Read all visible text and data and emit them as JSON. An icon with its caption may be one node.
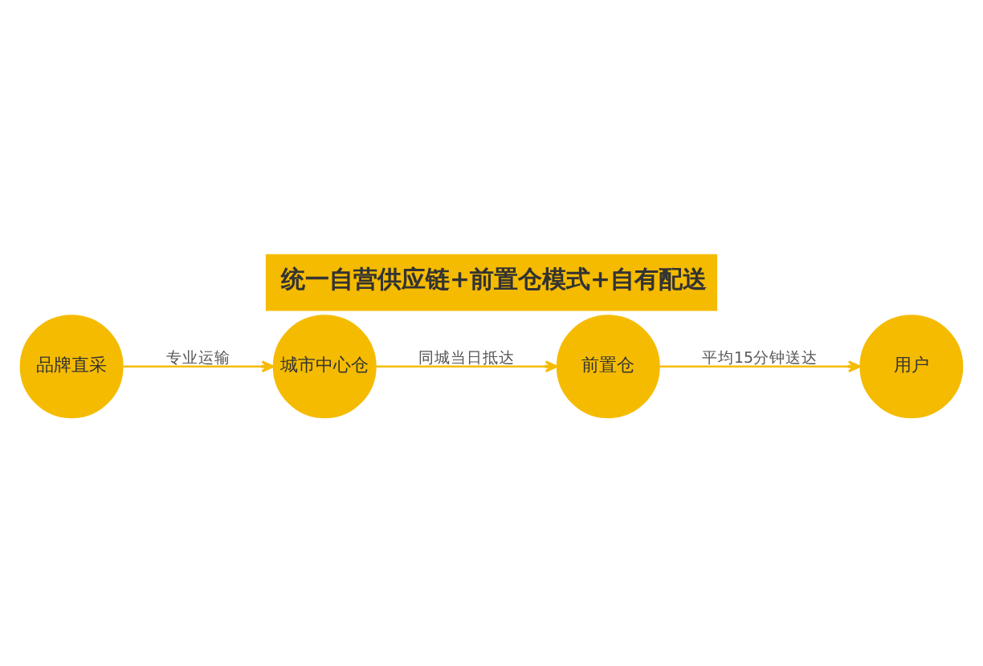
{
  "diagram": {
    "title": "统一自营供应链+前置仓模式+自有配送",
    "nodes": [
      {
        "text": [
          "品牌直采"
        ]
      },
      {
        "text": [
          "城市中心仓"
        ]
      },
      {
        "text": [
          "前置仓"
        ]
      },
      {
        "text": [
          "用户"
        ]
      }
    ],
    "edges": [
      {
        "from": 0,
        "to": 1,
        "arrow": "to",
        "label": "专业运输"
      },
      {
        "from": 1,
        "to": 2,
        "arrow": "to",
        "label": "同城当日抵达"
      },
      {
        "from": 2,
        "to": 3,
        "arrow": "to",
        "label": "平均15分钟送达"
      }
    ]
  }
}
